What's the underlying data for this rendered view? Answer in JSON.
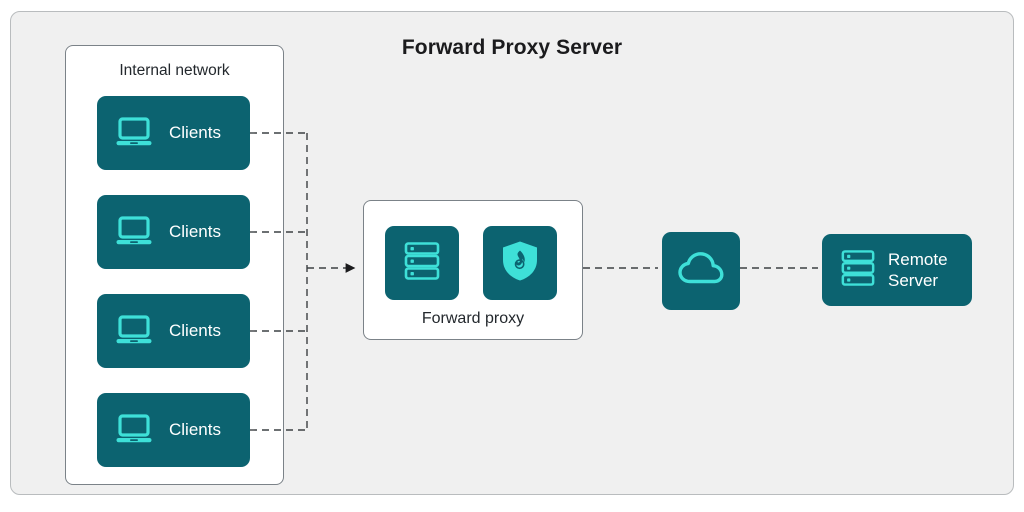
{
  "diagram": {
    "title": "Forward Proxy Server",
    "colors": {
      "page_background": "#ffffff",
      "panel_background": "#f0f0f0",
      "panel_border": "#b9bcbe",
      "group_border": "#7b8288",
      "tile_teal": "#0c6370",
      "icon_cyan": "#3ee0d8",
      "text_dark": "#23282d",
      "text_light": "#ffffff",
      "connector": "#3c4043"
    }
  },
  "internal_network": {
    "label": "Internal network",
    "clients": [
      {
        "label": "Clients",
        "icon": "laptop-icon"
      },
      {
        "label": "Clients",
        "icon": "laptop-icon"
      },
      {
        "label": "Clients",
        "icon": "laptop-icon"
      },
      {
        "label": "Clients",
        "icon": "laptop-icon"
      }
    ]
  },
  "forward_proxy": {
    "label": "Forward proxy",
    "tiles": [
      {
        "name": "server-rack-icon"
      },
      {
        "name": "firewall-shield-icon"
      }
    ]
  },
  "internet": {
    "icon": "cloud-icon"
  },
  "remote_server": {
    "label": "Remote\nServer",
    "label_line1": "Remote",
    "label_line2": "Server",
    "icon": "server-rack-icon"
  },
  "connectors": {
    "style": "dashed",
    "arrow_target": "forward-proxy"
  }
}
